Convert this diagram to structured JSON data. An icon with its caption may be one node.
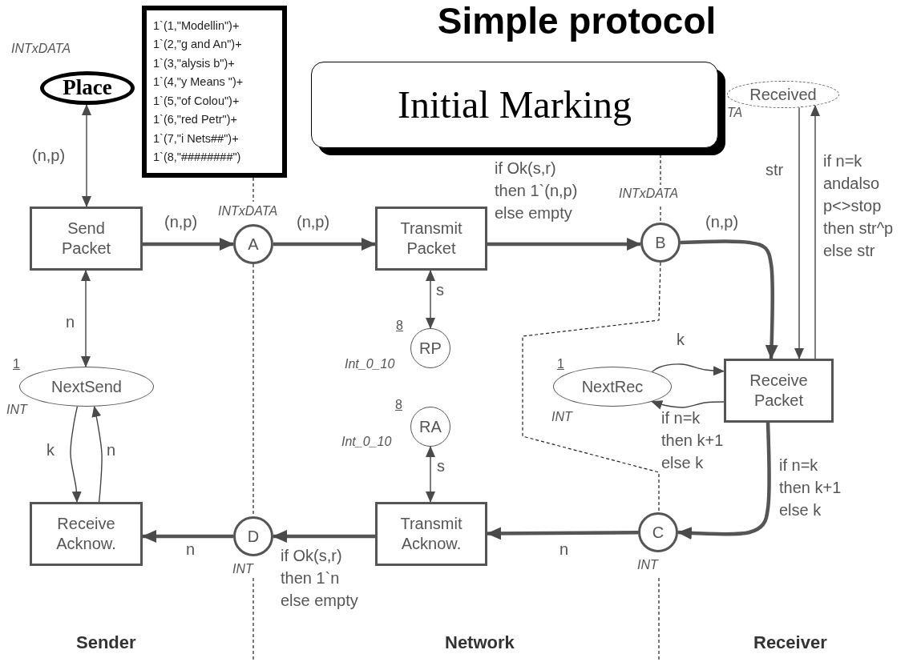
{
  "diagram": {
    "title": "Simple protocol",
    "nodes": [
      {
        "text": [
          "Place"
        ],
        "beside": [
          "INTxDATA"
        ]
      },
      {
        "text": [
          "1`(1,\"Modellin\")+",
          "1`(2,\"g and An\")+",
          "1`(3,\"alysis b\")+",
          "1`(4,\"y Means \")+",
          "1`(5,\"of Colou\")+",
          "1`(6,\"red Petr\")+",
          "1`(7,\"i Nets##\")+",
          "1`(8,\"########\")"
        ]
      },
      {
        "text": [
          "Initial Marking"
        ]
      },
      {
        "text": [
          "Received"
        ],
        "beside": [
          "TA"
        ]
      },
      {
        "text": [
          "Send Packet"
        ]
      },
      {
        "text": [
          "A"
        ],
        "beside": [
          "INTxDATA"
        ]
      },
      {
        "text": [
          "Transmit Packet"
        ]
      },
      {
        "text": [
          "B"
        ],
        "beside": [
          "INTxDATA"
        ]
      },
      {
        "text": [
          "RP"
        ],
        "beside": [
          "8",
          "Int_0_10"
        ]
      },
      {
        "text": [
          "NextSend"
        ],
        "beside": [
          "1",
          "INT"
        ]
      },
      {
        "text": [
          "NextRec"
        ],
        "beside": [
          "1",
          "INT"
        ]
      },
      {
        "text": [
          "Receive Packet"
        ]
      },
      {
        "text": [
          "RA"
        ],
        "beside": [
          "8",
          "Int_0_10"
        ]
      },
      {
        "text": [
          "Receive Acknow."
        ]
      },
      {
        "text": [
          "D"
        ],
        "beside": [
          "INT"
        ]
      },
      {
        "text": [
          "Transmit Acknow."
        ]
      },
      {
        "text": [
          "C"
        ],
        "beside": [
          "INT"
        ]
      }
    ],
    "edges": [
      {
        "from": 0,
        "to": 4,
        "arrow": "both",
        "label": "(n,p)"
      },
      {
        "from": 4,
        "to": 5,
        "arrow": "to",
        "label": "(n,p)",
        "style": "thick"
      },
      {
        "from": 5,
        "to": 6,
        "arrow": "to",
        "label": "(n,p)",
        "style": "thick"
      },
      {
        "from": 6,
        "to": 7,
        "arrow": "to",
        "label": "if Ok(s,r) then 1`(n,p) else empty",
        "style": "thick"
      },
      {
        "from": 7,
        "to": 11,
        "arrow": "to",
        "label": "(n,p)",
        "style": "thick"
      },
      {
        "from": 6,
        "to": 8,
        "arrow": "both",
        "label": "s"
      },
      {
        "from": 4,
        "to": 9,
        "arrow": "both",
        "label": "n"
      },
      {
        "from": 9,
        "to": 13,
        "arrow": "to",
        "label": "k"
      },
      {
        "from": 13,
        "to": 9,
        "arrow": "to",
        "label": "n"
      },
      {
        "from": 3,
        "to": 11,
        "arrow": "to",
        "label": "str"
      },
      {
        "from": 11,
        "to": 3,
        "arrow": "to",
        "label": "if n=k andalso p<>stop then str^p else str"
      },
      {
        "from": 10,
        "to": 11,
        "arrow": "to",
        "label": "k"
      },
      {
        "from": 11,
        "to": 10,
        "arrow": "to",
        "label": "if n=k then k+1 else k"
      },
      {
        "from": 11,
        "to": 16,
        "arrow": "to",
        "label": "if n=k then k+1 else k",
        "style": "thick"
      },
      {
        "from": 16,
        "to": 15,
        "arrow": "to",
        "label": "n",
        "style": "thick"
      },
      {
        "from": 12,
        "to": 15,
        "arrow": "both",
        "label": "s"
      },
      {
        "from": 15,
        "to": 14,
        "arrow": "to",
        "label": "if Ok(s,r) then 1`n else empty",
        "style": "thick"
      },
      {
        "from": 14,
        "to": 13,
        "arrow": "to",
        "label": "n",
        "style": "thick"
      }
    ],
    "labels": [
      "Sender",
      "Network",
      "Receiver"
    ]
  }
}
